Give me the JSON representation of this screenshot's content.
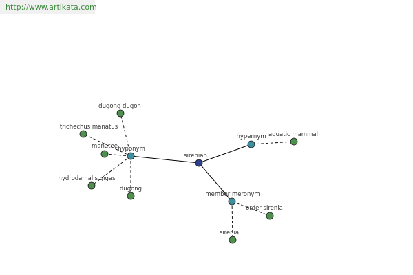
{
  "watermark": "http://www.artikata.com",
  "colors": {
    "background": "#ffffff",
    "edge": "#000000",
    "node_center": "#2f3f8f",
    "node_relation": "#3f8f9f",
    "node_leaf": "#4f8f4f",
    "node_stroke": "#1a1a1a",
    "label": "#333333",
    "watermark_text": "#3d8a3d",
    "watermark_bg": "#f1f1f1"
  },
  "graph": {
    "center": "sirenian",
    "nodes": [
      {
        "id": "sirenian",
        "label": "sirenian",
        "kind": "center"
      },
      {
        "id": "hyponym",
        "label": "hyponym",
        "kind": "relation"
      },
      {
        "id": "hypernym",
        "label": "hypernym",
        "kind": "relation"
      },
      {
        "id": "member_meronym",
        "label": "member meronym",
        "kind": "relation"
      },
      {
        "id": "dugong_dugon",
        "label": "dugong dugon",
        "kind": "leaf"
      },
      {
        "id": "trichechus_manatus",
        "label": "trichechus manatus",
        "kind": "leaf"
      },
      {
        "id": "manatee",
        "label": "manatee",
        "kind": "leaf"
      },
      {
        "id": "hydrodamalis_gigas",
        "label": "hydrodamalis gigas",
        "kind": "leaf"
      },
      {
        "id": "dugong",
        "label": "dugong",
        "kind": "leaf"
      },
      {
        "id": "aquatic_mammal",
        "label": "aquatic mammal",
        "kind": "leaf"
      },
      {
        "id": "order_sirenia",
        "label": "order sirenia",
        "kind": "leaf"
      },
      {
        "id": "sirenia",
        "label": "sirenia",
        "kind": "leaf"
      }
    ],
    "edges": [
      {
        "from": "sirenian",
        "to": "hyponym",
        "style": "solid"
      },
      {
        "from": "sirenian",
        "to": "hypernym",
        "style": "solid"
      },
      {
        "from": "sirenian",
        "to": "member_meronym",
        "style": "solid"
      },
      {
        "from": "hyponym",
        "to": "dugong_dugon",
        "style": "dashed"
      },
      {
        "from": "hyponym",
        "to": "trichechus_manatus",
        "style": "dashed"
      },
      {
        "from": "hyponym",
        "to": "manatee",
        "style": "dashed"
      },
      {
        "from": "hyponym",
        "to": "hydrodamalis_gigas",
        "style": "dashed"
      },
      {
        "from": "hyponym",
        "to": "dugong",
        "style": "dashed"
      },
      {
        "from": "hypernym",
        "to": "aquatic_mammal",
        "style": "dashed"
      },
      {
        "from": "member_meronym",
        "to": "order_sirenia",
        "style": "dashed"
      },
      {
        "from": "member_meronym",
        "to": "sirenia",
        "style": "dashed"
      }
    ]
  }
}
